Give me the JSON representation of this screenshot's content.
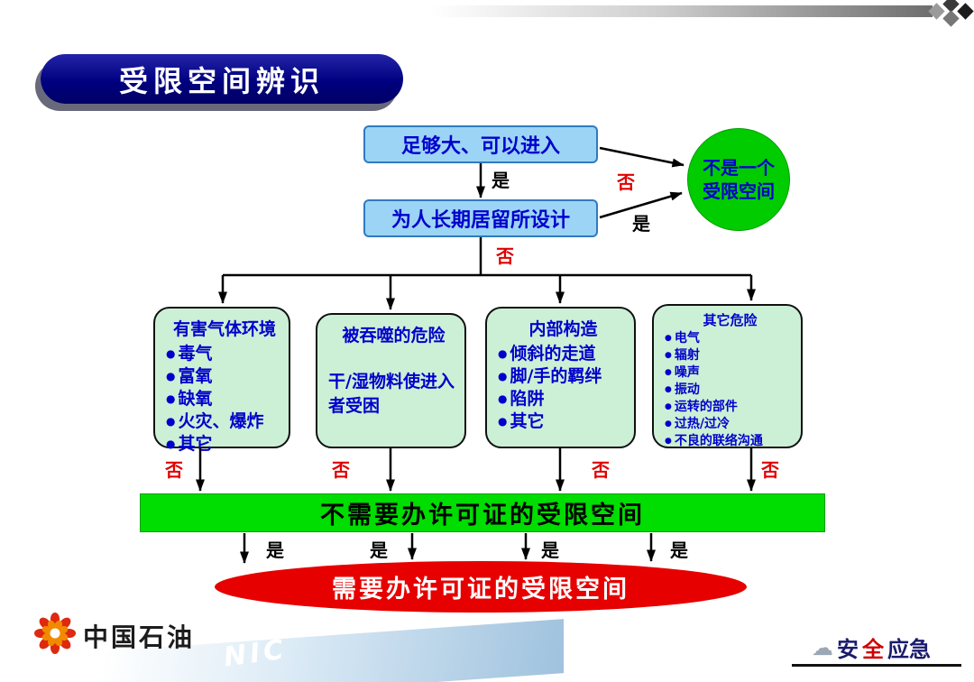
{
  "slide": {
    "title": "受限空间辨识"
  },
  "flow": {
    "yes_label": "是",
    "no_label": "否",
    "entry_box": "足够大、可以进入",
    "design_box": "为人长期居留所设计",
    "not_confined": "不是一个\n受限空间",
    "hazard_boxes": [
      {
        "title": "有害气体环境",
        "items": [
          "毒气",
          "富氧",
          "缺氧",
          "火灾、爆炸",
          "其它"
        ]
      },
      {
        "title": "被吞噬的危险",
        "items": [],
        "text": "干/湿物料使进入者受困"
      },
      {
        "title": "内部构造",
        "items": [
          "倾斜的走道",
          "脚/手的羁绊",
          "陷阱",
          "其它"
        ]
      },
      {
        "title": "其它危险",
        "items": [
          "电气",
          "辐射",
          "噪声",
          "振动",
          "运转的部件",
          "过热/过冷",
          "不良的联络沟通"
        ]
      }
    ],
    "no_permit_bar": "不需要办许可证的受限空间",
    "permit_ellipse": "需要办许可证的受限空间"
  },
  "footer": {
    "brand": "中国石油",
    "right_text_parts": [
      "安",
      "全",
      "应急"
    ],
    "watermark": "NIC"
  },
  "colors": {
    "title_bg": "#000080",
    "decision_box_blue": "#9BD4F5",
    "node_text_blue": "#0000CC",
    "circle_green": "#00CC00",
    "hazard_mint": "#CCF0D6",
    "bar_green": "#00DD00",
    "ellipse_red": "#E60000",
    "no_label_red": "#E00000"
  }
}
